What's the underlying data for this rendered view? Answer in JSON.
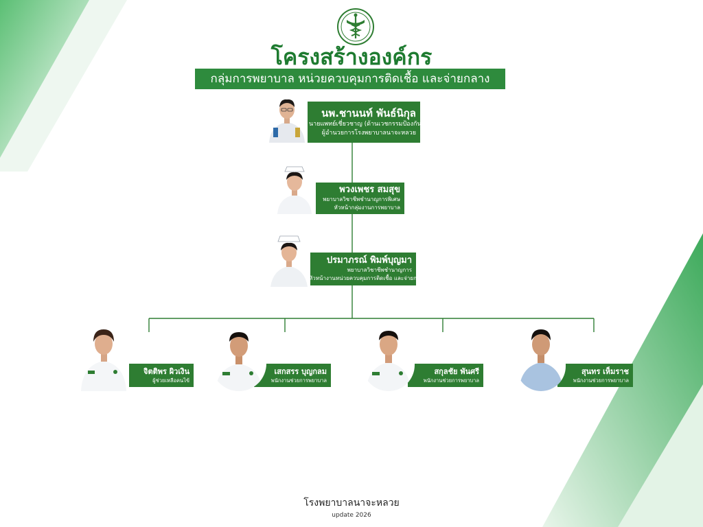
{
  "colors": {
    "brand": "#2e7d32",
    "title": "#1e7b30",
    "line": "#2e7d32",
    "decor_light": "#e3f3e6",
    "decor_mid": "#5bbf74"
  },
  "header": {
    "title": "โครงสร้างองค์กร",
    "subtitle": "กลุ่มการพยาบาล หน่วยควบคุมการติดเชื้อ และจ่ายกลาง",
    "logo_icon": "moph-caduceus-logo-icon"
  },
  "director": {
    "name": "นพ.ชานนท์ พันธ์นิกุล",
    "position1": "นายแพทย์เชี่ยวชาญ (ด้านเวชกรรมป้องกัน)",
    "position2": "ผู้อำนวยการโรงพยาบาลนาจะหลวย"
  },
  "head_nurse": {
    "name": "พวงเพชร สมสุข",
    "position1": "พยาบาลวิชาชีพชำนาญการพิเศษ",
    "position2": "หัวหน้ากลุ่มงานการพยาบาล"
  },
  "unit_head": {
    "name": "ปรมาภรณ์ พิมพ์บุญมา",
    "position1": "พยาบาลวิชาชีพชำนาญการ",
    "position2": "หัวหน้างานหน่วยควบคุมการติดเชื้อ และจ่ายกลาง"
  },
  "staff": [
    {
      "name": "จิตติพร ผิวเงิน",
      "position": "ผู้ช่วยเหลือคนไข้"
    },
    {
      "name": "เสกสรร บุญกลม",
      "position": "พนักงานช่วยการพยาบาล"
    },
    {
      "name": "สกุลชัย พันศรี",
      "position": "พนักงานช่วยการพยาบาล"
    },
    {
      "name": "สุนทร เห็มราช",
      "position": "พนักงานช่วยการพยาบาล"
    }
  ],
  "footer": {
    "hospital": "โรงพยาบาลนาจะหลวย",
    "update": "update 2026"
  }
}
